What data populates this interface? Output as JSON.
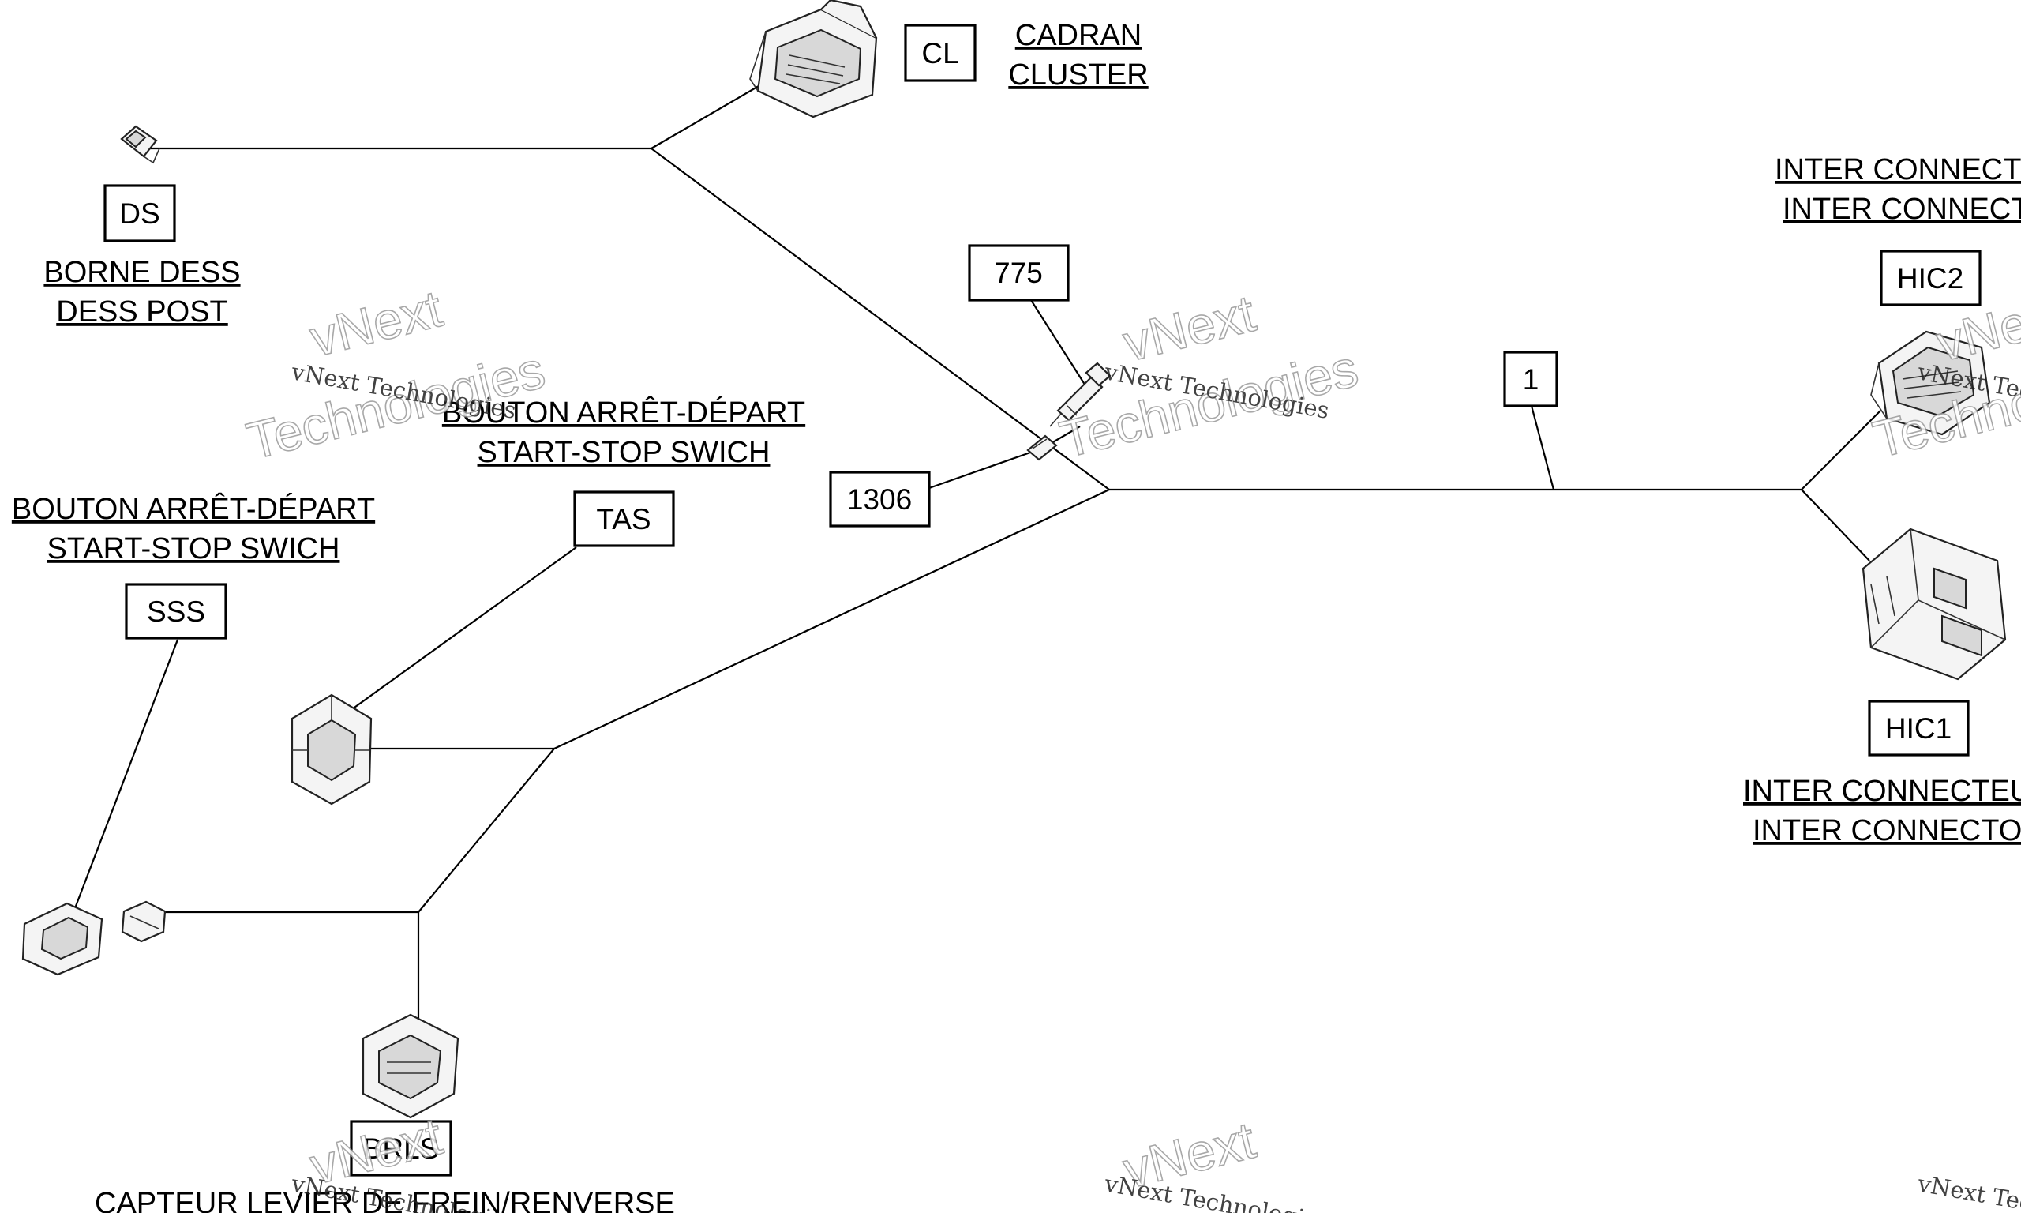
{
  "tags": {
    "cl": "CL",
    "ds": "DS",
    "n775": "775",
    "n1306": "1306",
    "n1": "1",
    "tas": "TAS",
    "sss": "SSS",
    "hic2": "HIC2",
    "hic1": "HIC1",
    "brls": "BRLS"
  },
  "labels": {
    "cl": [
      "CADRAN",
      "CLUSTER"
    ],
    "ds": [
      "BORNE DESS",
      "DESS POST"
    ],
    "tas": [
      "BOUTON ARRÊT-DÉPART",
      "START-STOP SWICH"
    ],
    "sss": [
      "BOUTON ARRÊT-DÉPART",
      "START-STOP SWICH"
    ],
    "hic2": [
      "INTER CONNECTEUR",
      "INTER CONNECTOR"
    ],
    "hic1": [
      "INTER CONNECTEUR",
      "INTER CONNECTOR"
    ],
    "brls": [
      "CAPTEUR LEVIER DE FREIN/RENVERSE"
    ]
  },
  "watermark": {
    "line1": "vNext Technologies",
    "big_top": "vNext",
    "big_bottom": "Technologies"
  }
}
